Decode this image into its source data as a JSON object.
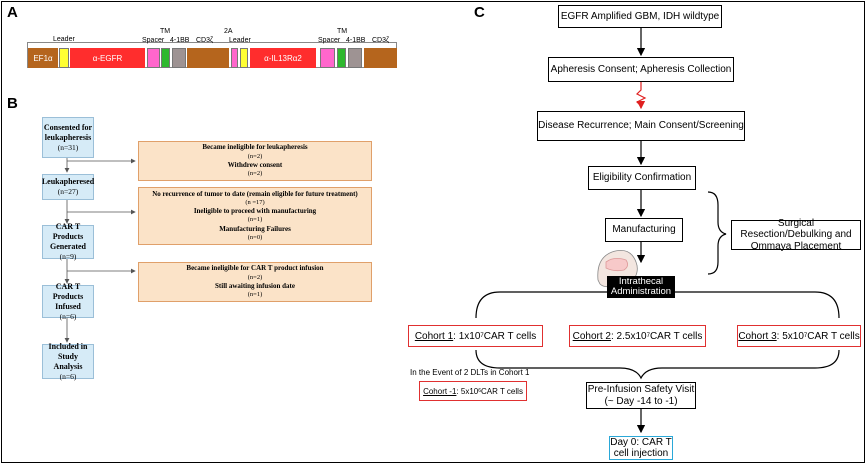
{
  "panels": {
    "a": "A",
    "b": "B",
    "c": "C"
  },
  "construct": {
    "ef1a": "EF1α",
    "egfr": "α-EGFR",
    "il13": "α-IL13Rα2",
    "leader1": "Leader",
    "tm1": "TM",
    "spacer1": "Spacer",
    "bb1": "4-1BB",
    "cd3z1": "CD3ζ",
    "twoA": "2A",
    "leader2": "Leader",
    "tm2": "TM",
    "spacer2": "Spacer",
    "bb2": "4-1BB",
    "cd3z2": "CD3ζ"
  },
  "flow_b": {
    "consented": {
      "title": "Consented for leukapheresis",
      "n": "(n=31)"
    },
    "leukapheresed": {
      "title": "Leukapheresed",
      "n": "(n=27)"
    },
    "generated": {
      "title": "CAR T Products Generated",
      "n": "(n=9)"
    },
    "infused": {
      "title": "CAR T Products Infused",
      "n": "(n=6)"
    },
    "included": {
      "title": "Included in Study Analysis",
      "n": "(n=6)"
    },
    "excl1": {
      "l1": "Became ineligible for leukapheresis",
      "n1": "(n=2)",
      "l2": "Withdrew consent",
      "n2": "(n=2)"
    },
    "excl2": {
      "l1": "No recurrence of tumor to date (remain eligible for future treatment)",
      "n1": "(n =17)",
      "l2": "Ineligible to proceed with manufacturing",
      "n2": "(n=1)",
      "l3": "Manufacturing Failures",
      "n3": "(n=0)"
    },
    "excl3": {
      "l1": "Became ineligible for CAR T product infusion",
      "n1": "(n=2)",
      "l2": "Still awaiting infusion date",
      "n2": "(n=1)"
    }
  },
  "flow_c": {
    "egfr": "EGFR Amplified GBM, IDH wildtype",
    "apheresis": "Apheresis Consent; Apheresis Collection",
    "recurrence": "Disease Recurrence; Main Consent/Screening",
    "eligibility": "Eligibility Confirmation",
    "manufacturing": "Manufacturing",
    "surgical": "Surgical Resection/Debulking and Ommaya Placement",
    "intrathecal": "Intrathecal Administration",
    "cohort1_u": "Cohort 1",
    "cohort1_t": ": 1x10",
    "cohort1_e": "7",
    "cohort1_r": " CAR T cells",
    "cohort2_u": "Cohort 2",
    "cohort2_t": ": 2.5x10",
    "cohort2_e": "7",
    "cohort2_r": " CAR T cells",
    "cohort3_u": "Cohort 3",
    "cohort3_t": ": 5x10",
    "cohort3_e": "7",
    "cohort3_r": " CAR T cells",
    "dlt_note": "In the Event of 2 DLTs in Cohort 1",
    "cohortm1_u": "Cohort -1",
    "cohortm1_t": ": 5x10",
    "cohortm1_e": "6",
    "cohortm1_r": " CAR T cells",
    "preinfusion": "Pre-Infusion Safety Visit (~ Day -14 to -1)",
    "day0": "Day 0: CAR T cell injection"
  },
  "colors": {
    "ef1a": "#b5651d",
    "leader": "#ffff33",
    "scfv": "#ff2d2d",
    "spacer": "#ff66cc",
    "tm": "#2eb82e",
    "bb": "#9e9393",
    "cd3z": "#b5651d",
    "twoA": "#ff66cc",
    "blue_box": "#d6ebf7",
    "orange_box": "#fbe3c8",
    "cohort_border": "#e03030",
    "day0_border": "#2aa8d8"
  }
}
